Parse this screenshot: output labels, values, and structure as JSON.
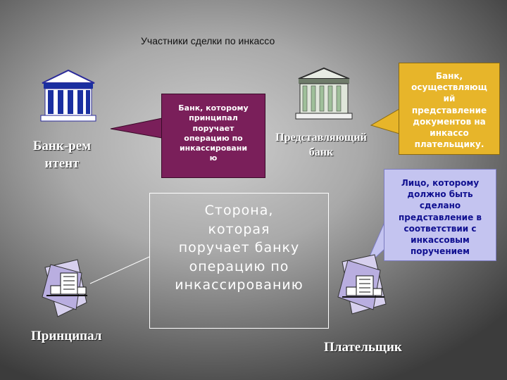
{
  "title": "Участники сделки по инкассо",
  "labels": {
    "remitent": [
      "Банк-рем",
      "итент"
    ],
    "representing": [
      "Представляющий",
      "банк"
    ],
    "principal": "Принципал",
    "payer": "Плательщик"
  },
  "callouts": {
    "remitent_bank": [
      "Банк, которому",
      "принципал",
      "поручает",
      "операцию по",
      "инкассировани",
      "ю"
    ],
    "representing_bank": [
      "Банк,",
      "осуществляющ",
      "ий",
      "представление",
      "документов на",
      "инкассо",
      "плательщику."
    ],
    "payer": [
      "Лицо, которому",
      "должно быть",
      "сделано",
      "представление в",
      "соответствии с",
      "инкассовым",
      "поручением"
    ],
    "principal": [
      "Сторона,",
      "которая",
      "поручает банку",
      "операцию по",
      "инкассированию"
    ]
  },
  "colors": {
    "remitent_callout": "#7a1f5a",
    "representing_callout": "#e7b52a",
    "payer_callout": "#c4c4f0",
    "label_text": "#ffffff"
  },
  "icons": [
    "bank-building-blue-icon",
    "bank-building-green-icon",
    "office-building-icon",
    "office-building-icon"
  ]
}
